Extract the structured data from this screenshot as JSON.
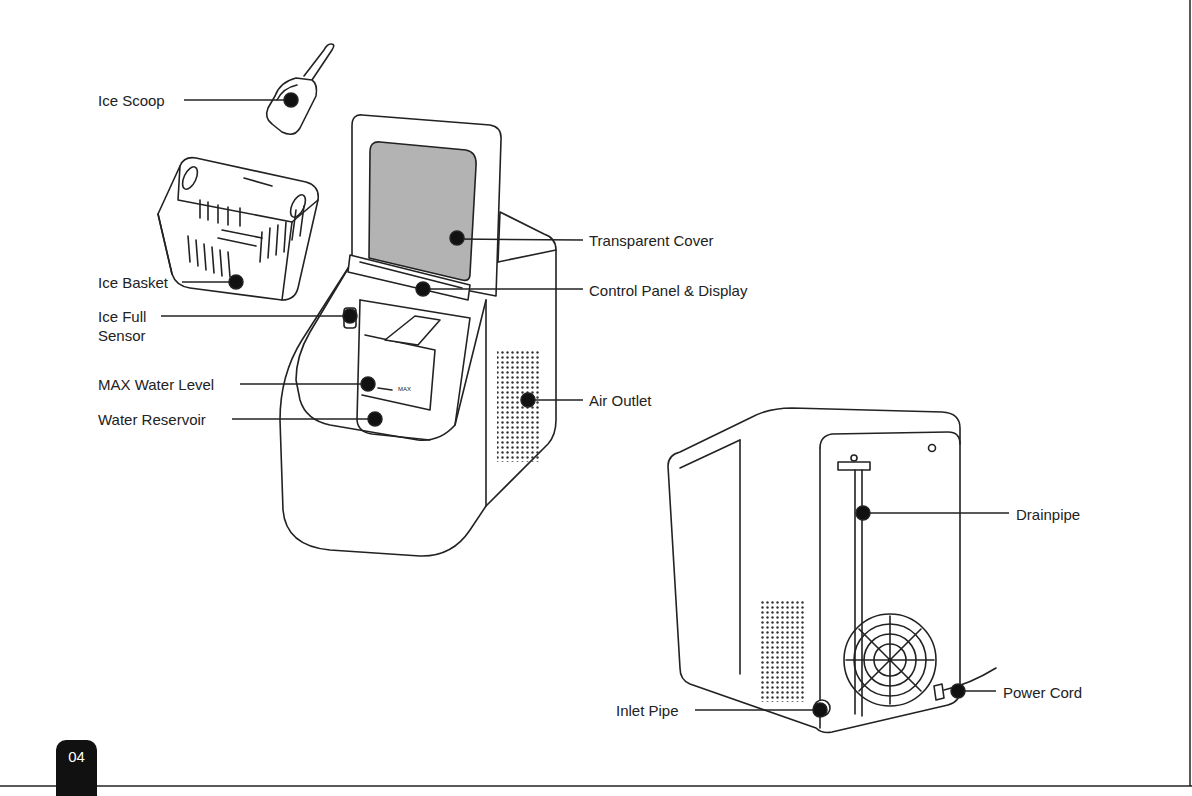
{
  "diagram": {
    "nodes": [
      {
        "text": [
          "04"
        ]
      }
    ],
    "labels": [
      "Ice Scoop",
      "Transparent Cover",
      "Control Panel & Display",
      "Ice Basket",
      "Ice Full Sensor",
      "MAX Water Level",
      "MAX",
      "Water Reservoir",
      "Air Outlet",
      "Drainpipe",
      "Power Cord",
      "Inlet Pipe"
    ]
  }
}
